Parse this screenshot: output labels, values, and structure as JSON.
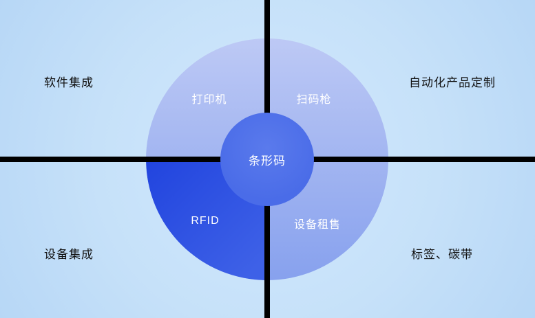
{
  "diagram": {
    "center_label": "条形码",
    "ring": {
      "top_left": "打印机",
      "top_right": "扫码枪",
      "bottom_left": "RFID",
      "bottom_right": "设备租售"
    },
    "corners": {
      "top_left": "软件集成",
      "top_right": "自动化产品定制",
      "bottom_left": "设备集成",
      "bottom_right": "标签、碳带"
    }
  },
  "colors": {
    "background_light": "#d2e9fc",
    "background_deep": "#b7d7f6",
    "ring_top": "#bdc9f5",
    "ring_mid": "#a2b5f1",
    "ring_bottom": "#87a1ee",
    "dark_quadrant_start": "#2144de",
    "dark_quadrant_end": "#3e61e7",
    "center_circle": "#4a6ce8",
    "divider": "#000000",
    "ring_text": "#ffffff",
    "corner_text": "#111111"
  }
}
